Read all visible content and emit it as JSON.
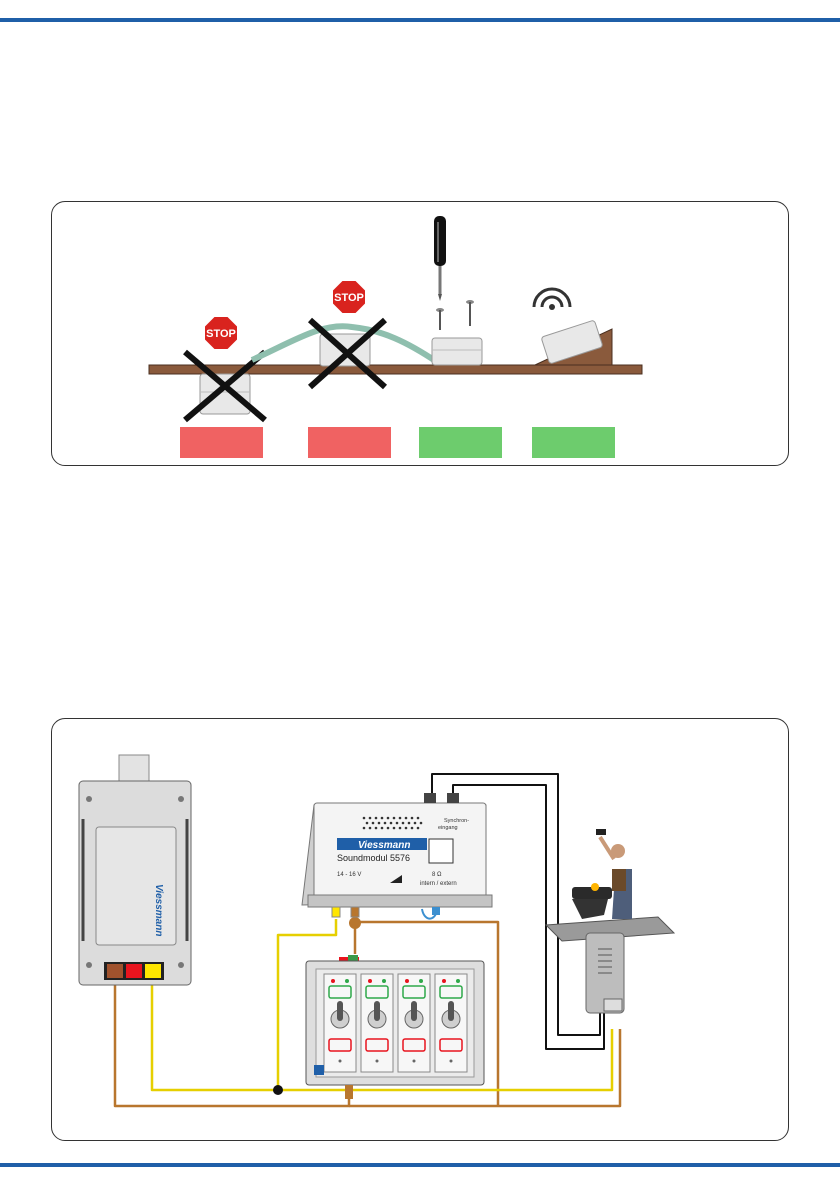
{
  "header_color": "#1f5fa8",
  "mounting": {
    "stop_sign_text": "STOP",
    "status_boxes": [
      {
        "status": "wrong",
        "color": "#f06262"
      },
      {
        "status": "wrong",
        "color": "#f06262"
      },
      {
        "status": "correct",
        "color": "#6dcc6d"
      },
      {
        "status": "correct",
        "color": "#6dcc6d"
      }
    ],
    "icons": [
      "stop-sign-icon",
      "screwdriver-icon",
      "screw-icon",
      "sound-wave-icon"
    ]
  },
  "wiring": {
    "power_supply": {
      "brand": "Viessmann",
      "terminal_colors": [
        "#a0522d",
        "#e8141e",
        "#ffe600"
      ]
    },
    "sound_module": {
      "brand": "Viessmann",
      "model": "Soundmodul 5576",
      "input_label": "Synchron-\neingang",
      "voltage_label": "14 - 16 V",
      "voltage_symbol": "~/=",
      "speaker_label": "8 Ω",
      "mode_label": "intern / extern"
    },
    "switch_panel": {
      "switch_count": 4
    },
    "wire_colors": {
      "brown": "#b8762e",
      "yellow": "#ffe600",
      "black": "#111111"
    }
  }
}
